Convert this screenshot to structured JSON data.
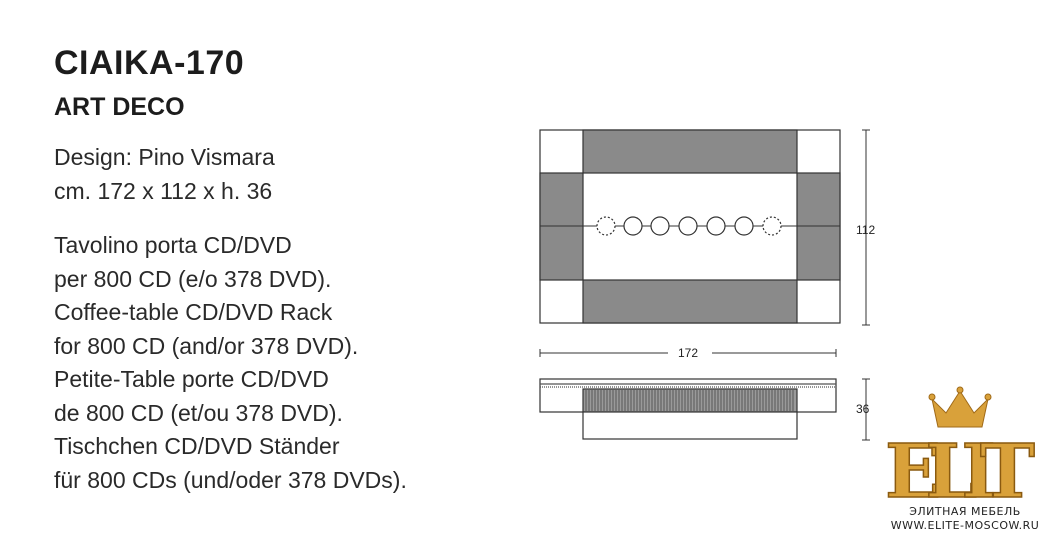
{
  "title": "CIAIKA-170",
  "subtitle": "ART DECO",
  "design_lines": [
    "Design: Pino Vismara",
    "cm. 172 x 112 x h. 36"
  ],
  "description_lines": [
    "Tavolino porta CD/DVD",
    "per 800 CD (e/o 378 DVD).",
    "Coffee-table CD/DVD Rack",
    "for 800 CD (and/or 378 DVD).",
    "Petite-Table porte CD/DVD",
    "de 800 CD (et/ou 378 DVD).",
    "Tischchen CD/DVD Ständer",
    "für 800 CDs (und/oder 378 DVDs)."
  ],
  "dimensions": {
    "width": "172",
    "depth": "112",
    "height": "36"
  },
  "logo": {
    "brand": "ELIT",
    "tagline": "ЭЛИТНАЯ МЕБЕЛЬ",
    "url": "WWW.ELITE-MOSCOW.RU"
  },
  "colors": {
    "panel": "#8a8a8a",
    "logo_gold": "#d9a13a"
  }
}
